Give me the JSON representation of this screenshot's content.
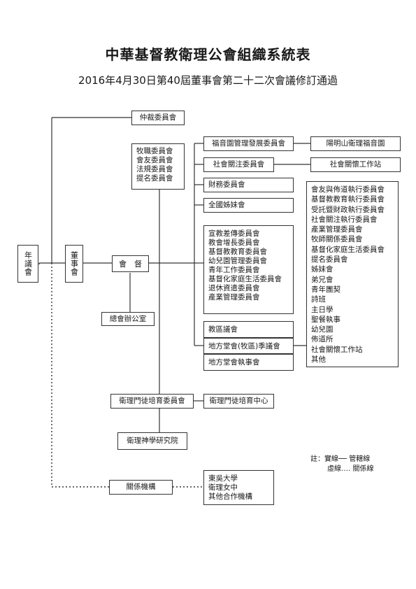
{
  "title": "中華基督教衛理公會組織系統表",
  "subtitle": "2016年4月30日第40屆董事會第二十二次會議修訂通過",
  "nodes": {
    "annual_conference": "年議會",
    "board": "董事會",
    "bishop": "會　督",
    "arbitration": "仲裁委員會",
    "office": "總會辦公室",
    "committees_left": [
      "牧職委員會",
      "會友委員會",
      "法規委員會",
      "提名委員會"
    ],
    "gospel_garden": "福音園管理發展委員會",
    "yangmingshan": "陽明山衛理福音園",
    "social_concern": "社會關注委員會",
    "social_care_station": "社會關懷工作站",
    "finance": "財務委員會",
    "sister_churches": "全國姊妹會",
    "committees_mid": [
      "宣教差傳委員會",
      "教會增長委員會",
      "基督教教育委員會",
      "幼兒園管理委員會",
      "青年工作委員會",
      "基督化家庭生活委員會",
      "退休資遣委員會",
      "產業管理委員會"
    ],
    "district_council": "教區議會",
    "local_quarterly": "地方堂會(牧區)季議會",
    "local_executive": "地方堂會執事會",
    "committees_right": [
      "會友與佈道執行委員會",
      "基督教教育執行委員會",
      "受託暨財政執行委員會",
      "社會關注執行委員會",
      "產業管理委員會",
      "牧師關係委員會",
      "基督化家庭生活委員會",
      "提名委員會",
      "姊妹會",
      "弟兄會",
      "青年團契",
      "詩班",
      "主日學",
      "聖餐執事",
      "幼兒園",
      "佈道所",
      "社會關懷工作站",
      "其他"
    ],
    "discipleship_committee": "衛理門徒培育委員會",
    "discipleship_center": "衛理門徒培育中心",
    "seminary": "衛理神學研究院",
    "related_orgs": "關係機構",
    "partners": [
      "東吳大學",
      "衛理女中",
      "其他合作機構"
    ]
  },
  "note": {
    "label": "註：",
    "solid": "實線── 管轄線",
    "dotted": "虛線‥‥ 關係線"
  },
  "colors": {
    "line": "#333333",
    "border": "#333333",
    "text": "#1a1a1a"
  }
}
